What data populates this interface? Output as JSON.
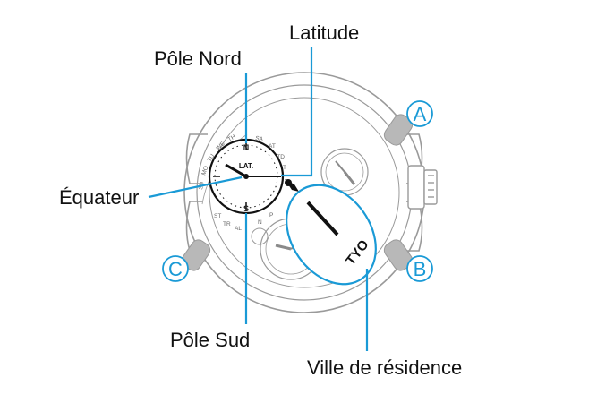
{
  "labels": {
    "latitude": "Latitude",
    "north_pole": "Pôle Nord",
    "equator": "Équateur",
    "south_pole": "Pôle Sud",
    "home_city": "Ville de résidence"
  },
  "buttons": {
    "a": "A",
    "b": "B",
    "c": "C"
  },
  "dial": {
    "lat_label": "LAT.",
    "north_mark": "N",
    "south_mark": "S",
    "city_code": "TYO",
    "weekdays": [
      "SU",
      "MO",
      "TU",
      "WE",
      "TH",
      "SA"
    ],
    "right_marks": [
      "AT",
      "STD",
      "DST"
    ],
    "lower_marks": [
      "ST",
      "TR",
      "AL",
      "N",
      "P"
    ]
  },
  "colors": {
    "callout_line": "#1a9ad6",
    "watch_outline": "#9a9a9a",
    "text": "#111111"
  }
}
